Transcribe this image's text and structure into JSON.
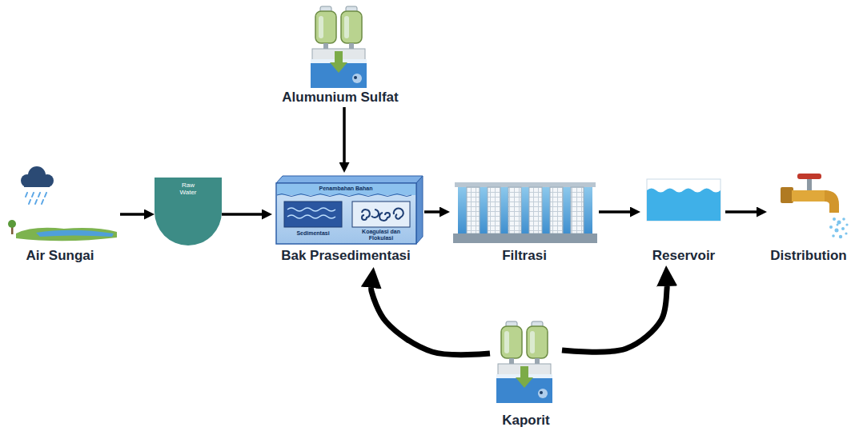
{
  "diagram": {
    "nodes": [
      {
        "text": [
          "Air Sungai"
        ]
      },
      {
        "text": [
          "Raw Water"
        ]
      },
      {
        "text": [
          "Alumunium Sulfat"
        ]
      },
      {
        "text": [
          "Penambahan Bahan",
          "Bak Prasedimentasi"
        ]
      },
      {
        "text": [
          "Sedimentasi"
        ],
        "in": 3
      },
      {
        "text": [
          "Koagulasi dan Flokulasi"
        ],
        "in": 3
      },
      {
        "text": [
          "Filtrasi"
        ]
      },
      {
        "text": [
          "Reservoir"
        ]
      },
      {
        "text": [
          "Distribution"
        ]
      },
      {
        "text": [
          "Kaporit"
        ]
      }
    ],
    "edges": [
      {
        "from": 0,
        "to": 1,
        "arrow": "to"
      },
      {
        "from": 1,
        "to": 3,
        "arrow": "to"
      },
      {
        "from": 2,
        "to": 3,
        "arrow": "to"
      },
      {
        "from": 3,
        "to": 6,
        "arrow": "to"
      },
      {
        "from": 6,
        "to": 7,
        "arrow": "to"
      },
      {
        "from": 7,
        "to": 8,
        "arrow": "to"
      },
      {
        "from": 9,
        "to": 3,
        "arrow": "to"
      },
      {
        "from": 9,
        "to": 7,
        "arrow": "to"
      }
    ]
  }
}
